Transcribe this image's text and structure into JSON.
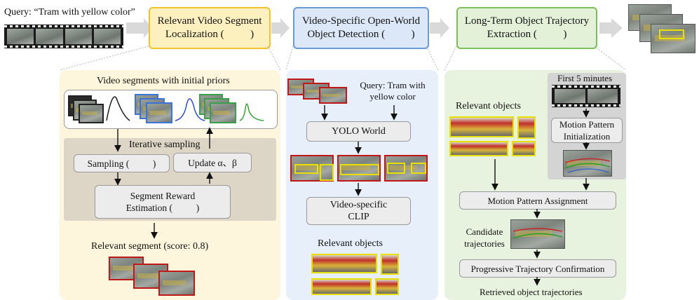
{
  "query_label": "Query: “Tram with yellow color”",
  "stages": {
    "localization": "Relevant Video Segment Localization (          )",
    "detection": "Video-Specific Open-World Object Detection (          )",
    "trajectory": "Long-Term Object Trajectory Extraction (          )"
  },
  "left_panel": {
    "title": "Video segments with initial priors",
    "iterative_label": "Iterative sampling",
    "sampling": "Sampling (          )",
    "update": "Update α、β",
    "reward": "Segment Reward Estimation (          )",
    "relevant_segment": "Relevant segment (score: 0.8)"
  },
  "mid_panel": {
    "query": "Query: Tram with yellow color",
    "yolo": "YOLO World",
    "clip": "Video-specific CLIP",
    "relevant_objects": "Relevant objects"
  },
  "right_panel": {
    "relevant_objects": "Relevant objects",
    "first_minutes": "First 5 minutes",
    "motion_init": "Motion Pattern Initialization",
    "motion_assign": "Motion Pattern Assignment",
    "candidate": "Candidate trajectories",
    "progressive": "Progressive Trajectory Confirmation",
    "retrieved": "Retrieved object trajectories"
  },
  "colors": {
    "stage1_fill": "#fdf0bf",
    "stage1_border": "#f2c12e",
    "stage2_fill": "#dce8f7",
    "stage2_border": "#6a9bd4",
    "stage3_fill": "#e2f1d8",
    "stage3_border": "#7cbf5a",
    "curve_black": "#111111",
    "curve_blue": "#1f3fe0",
    "curve_green": "#2aa02a"
  }
}
